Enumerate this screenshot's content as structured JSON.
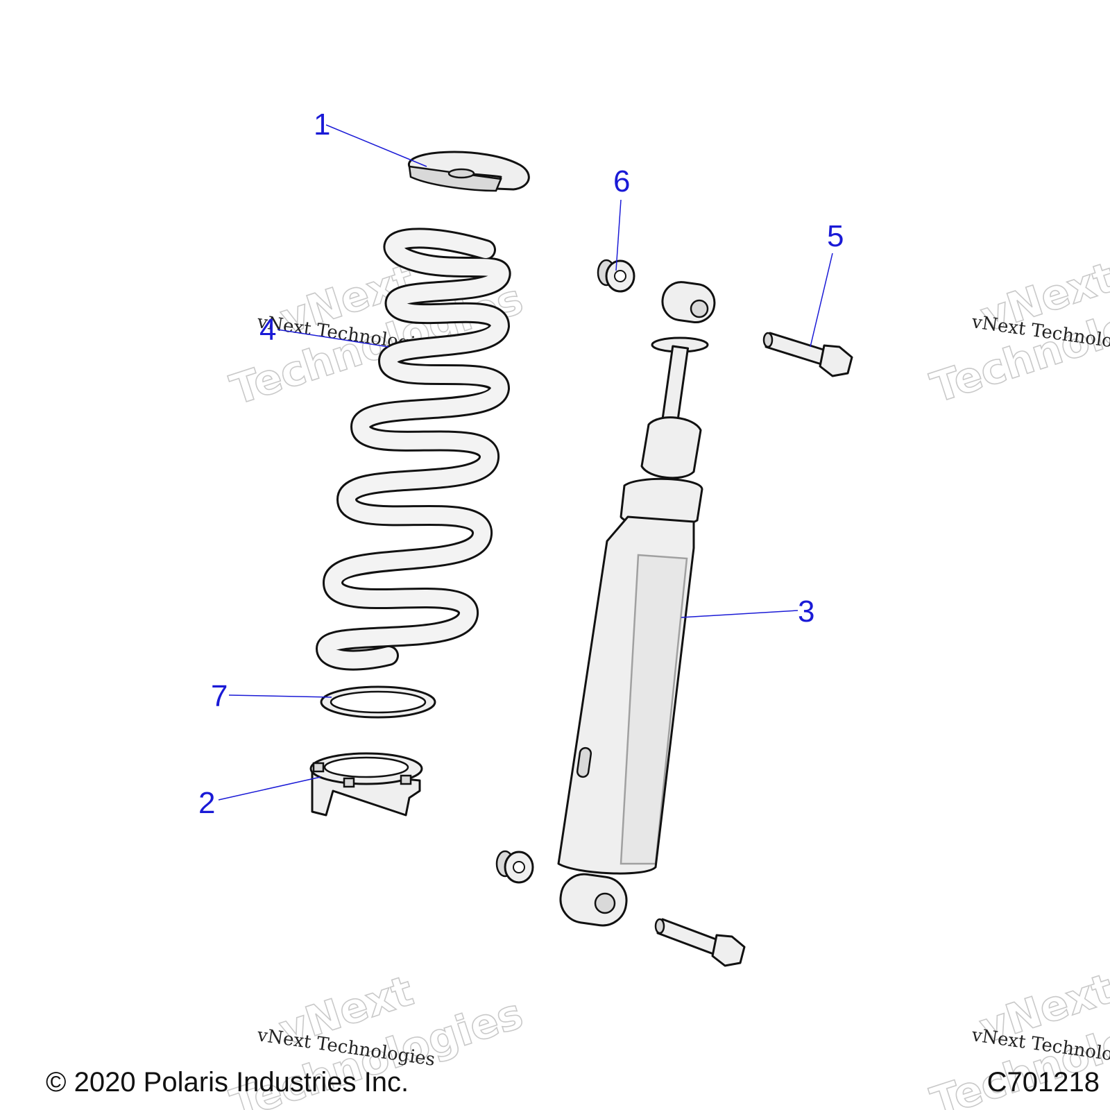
{
  "callouts": [
    {
      "id": "1",
      "label": "1"
    },
    {
      "id": "2",
      "label": "2"
    },
    {
      "id": "3",
      "label": "3"
    },
    {
      "id": "4",
      "label": "4"
    },
    {
      "id": "5",
      "label": "5"
    },
    {
      "id": "6",
      "label": "6"
    },
    {
      "id": "7",
      "label": "7"
    }
  ],
  "watermark": {
    "line1": "vNext",
    "line2": "Technologies",
    "small": "vNext Technologies"
  },
  "footer": {
    "copyright": "© 2020 Polaris Industries Inc.",
    "drawing_id": "C701218"
  }
}
